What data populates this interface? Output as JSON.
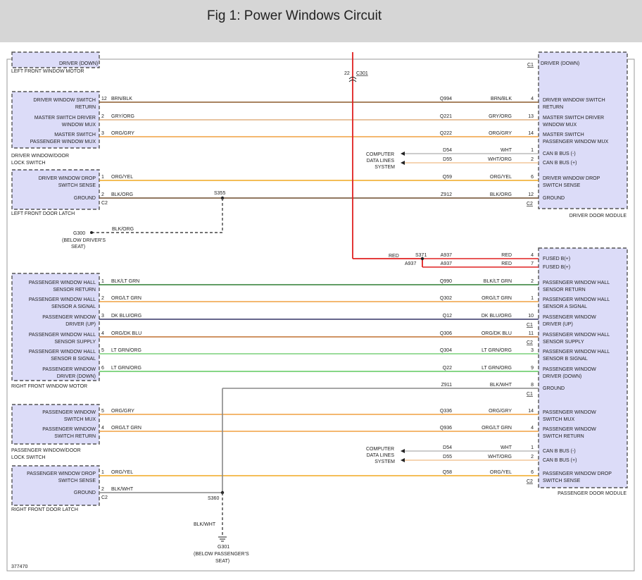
{
  "header": {
    "title": "Fig 1: Power Windows Circuit"
  },
  "figure_id": "377470",
  "colors": {
    "box_fill": "#dcdcf8",
    "box_border": "#555555",
    "header_bg": "#d6d6d6",
    "wire_red": "#e02020",
    "wire_gray": "#888888",
    "wire_dark": "#444444"
  },
  "components": {
    "left_front_window_motor": "LEFT FRONT WINDOW MOTOR",
    "driver_window_door_lock_switch": [
      "DRIVER WINDOW/DOOR",
      "LOCK SWITCH"
    ],
    "left_front_door_latch": "LEFT FRONT DOOR LATCH",
    "driver_door_module": "DRIVER DOOR MODULE",
    "right_front_window_motor": "RIGHT FRONT WINDOW MOTOR",
    "passenger_window_door_lock_switch": [
      "PASSENGER WINDOW/DOOR",
      "LOCK SWITCH"
    ],
    "right_front_door_latch": "RIGHT FRONT DOOR LATCH",
    "passenger_door_module": "PASSENGER DOOR MODULE"
  },
  "splices": {
    "s355": "S355",
    "s371": "S371",
    "s360": "S360"
  },
  "grounds": {
    "g300": {
      "label": "G300",
      "note": [
        "(BELOW DRIVER'S",
        "SEAT)"
      ],
      "wire": "BLK/ORG"
    },
    "g301": {
      "label": "G301",
      "note": [
        "(BELOW PASSENGER'S",
        "SEAT)"
      ],
      "wire": "BLK/WHT"
    }
  },
  "connector_c301": {
    "pin": "22",
    "name": "C301"
  },
  "red_feed": {
    "wire_left": "RED",
    "circuit_lower": "A937"
  },
  "top_partial": {
    "left_label": "DRIVER (DOWN)",
    "right_label": "DRIVER (DOWN)",
    "right_conn": "C1"
  },
  "computer_data_lines": [
    "COMPUTER",
    "DATA LINES",
    "SYSTEM"
  ],
  "driver_wires": [
    {
      "left_pin": "12",
      "left_color": "BRN/BLK",
      "circuit": "Q994",
      "right_color": "BRN/BLK",
      "right_pin": "4",
      "left_label": [
        "DRIVER WINDOW SWITCH",
        "RETURN"
      ],
      "right_label": [
        "DRIVER WINDOW SWITCH",
        "RETURN"
      ],
      "stroke": "#8b5a2b"
    },
    {
      "left_pin": "2",
      "left_color": "GRY/ORG",
      "circuit": "Q221",
      "right_color": "GRY/ORG",
      "right_pin": "13",
      "left_label": [
        "MASTER SWITCH DRIVER",
        "WINDOW MUX"
      ],
      "right_label": [
        "MASTER SWITCH DRIVER",
        "WINDOW MUX"
      ],
      "stroke": "#e0b080"
    },
    {
      "left_pin": "3",
      "left_color": "ORG/GRY",
      "circuit": "Q222",
      "right_color": "ORG/GRY",
      "right_pin": "14",
      "left_label": [
        "MASTER SWITCH",
        "PASSENGER WINDOW MUX"
      ],
      "right_label": [
        "MASTER SWITCH",
        "PASSENGER WINDOW MUX"
      ],
      "stroke": "#f0a040"
    },
    {
      "circuit": "D54",
      "right_color": "WHT",
      "right_pin": "1",
      "right_label": [
        "CAN B BUS (-)"
      ],
      "stroke": "#bbbbbb"
    },
    {
      "circuit": "D55",
      "right_color": "WHT/ORG",
      "right_pin": "2",
      "right_label": [
        "CAN B BUS (+)"
      ],
      "stroke": "#f2c79a"
    },
    {
      "left_pin": "1",
      "left_color": "ORG/YEL",
      "circuit": "Q59",
      "right_color": "ORG/YEL",
      "right_pin": "6",
      "left_label": [
        "DRIVER WINDOW DROP",
        "SWITCH SENSE"
      ],
      "right_label": [
        "DRIVER WINDOW DROP",
        "SWITCH SENSE"
      ],
      "stroke": "#f0a820"
    },
    {
      "left_pin": "2",
      "left_color": "BLK/ORG",
      "circuit": "Z912",
      "right_color": "BLK/ORG",
      "right_pin": "12",
      "left_label": [
        "GROUND"
      ],
      "right_label": [
        "GROUND"
      ],
      "stroke": "#6b4a2a",
      "left_conn": "C2",
      "right_conn": "C2"
    }
  ],
  "passenger_wires": [
    {
      "circuit": "A937",
      "right_color": "RED",
      "right_pin": "4",
      "right_label": [
        "FUSED B(+)"
      ],
      "stroke": "#e02020"
    },
    {
      "circuit": "A937",
      "right_color": "RED",
      "right_pin": "7",
      "right_label": [
        "FUSED B(+)"
      ],
      "stroke": "#e02020"
    },
    {
      "left_pin": "1",
      "left_color": "BLK/LT GRN",
      "circuit": "Q990",
      "right_color": "BLK/LT GRN",
      "right_pin": "2",
      "left_label": [
        "PASSENGER WINDOW HALL",
        "SENSOR RETURN"
      ],
      "right_label": [
        "PASSENGER WINDOW HALL",
        "SENSOR RETURN"
      ],
      "stroke": "#2e7d32"
    },
    {
      "left_pin": "2",
      "left_color": "ORG/LT GRN",
      "circuit": "Q302",
      "right_color": "ORG/LT GRN",
      "right_pin": "1",
      "left_label": [
        "PASSENGER WINDOW HALL",
        "SENSOR A SIGNAL"
      ],
      "right_label": [
        "PASSENGER WINDOW HALL",
        "SENSOR A SIGNAL"
      ],
      "stroke": "#f0a040"
    },
    {
      "left_pin": "3",
      "left_color": "DK BLU/ORG",
      "circuit": "Q12",
      "right_color": "DK BLU/ORG",
      "right_pin": "10",
      "left_label": [
        "PASSENGER WINDOW",
        "DRIVER (UP)"
      ],
      "right_label": [
        "PASSENGER WINDOW",
        "DRIVER (UP)"
      ],
      "stroke": "#333366",
      "right_conn": "C1"
    },
    {
      "left_pin": "4",
      "left_color": "ORG/DK BLU",
      "circuit": "Q306",
      "right_color": "ORG/DK BLU",
      "right_pin": "11",
      "left_label": [
        "PASSENGER WINDOW HALL",
        "SENSOR SUPPLY"
      ],
      "right_label": [
        "PASSENGER WINDOW HALL",
        "SENSOR SUPPLY"
      ],
      "stroke": "#c07030",
      "right_conn": "C2"
    },
    {
      "left_pin": "5",
      "left_color": "LT GRN/ORG",
      "circuit": "Q304",
      "right_color": "LT GRN/ORG",
      "right_pin": "3",
      "left_label": [
        "PASSENGER WINDOW HALL",
        "SENSOR B SIGNAL"
      ],
      "right_label": [
        "PASSENGER WINDOW HALL",
        "SENSOR B SIGNAL"
      ],
      "stroke": "#7ad07a"
    },
    {
      "left_pin": "6",
      "left_color": "LT GRN/ORG",
      "circuit": "Q22",
      "right_color": "LT GRN/ORG",
      "right_pin": "9",
      "left_label": [
        "PASSENGER WINDOW",
        "DRIVER (DOWN)"
      ],
      "right_label": [
        "PASSENGER WINDOW",
        "DRIVER (DOWN)"
      ],
      "stroke": "#5ec85e"
    },
    {
      "circuit": "Z911",
      "right_color": "BLK/WHT",
      "right_pin": "8",
      "right_label": [
        "GROUND"
      ],
      "stroke": "#888888",
      "right_conn": "C1"
    },
    {
      "left_pin": "5",
      "left_color": "ORG/GRY",
      "circuit": "Q336",
      "right_color": "ORG/GRY",
      "right_pin": "14",
      "left_label": [
        "PASSENGER WINDOW",
        "SWITCH MUX"
      ],
      "right_label": [
        "PASSENGER WINDOW",
        "SWITCH MUX"
      ],
      "stroke": "#f0a040"
    },
    {
      "left_pin": "4",
      "left_color": "ORG/LT GRN",
      "circuit": "Q936",
      "right_color": "ORG/LT GRN",
      "right_pin": "4",
      "left_label": [
        "PASSENGER WINDOW",
        "SWITCH RETURN"
      ],
      "right_label": [
        "PASSENGER WINDOW",
        "SWITCH RETURN"
      ],
      "stroke": "#f0a040"
    },
    {
      "circuit": "D54",
      "right_color": "WHT",
      "right_pin": "1",
      "right_label": [
        "CAN B BUS (-)"
      ],
      "stroke": "#bbbbbb"
    },
    {
      "circuit": "D55",
      "right_color": "WHT/ORG",
      "right_pin": "2",
      "right_label": [
        "CAN B BUS (+)"
      ],
      "stroke": "#f2c79a"
    },
    {
      "left_pin": "1",
      "left_color": "ORG/YEL",
      "circuit": "Q58",
      "right_color": "ORG/YEL",
      "right_pin": "6",
      "left_label": [
        "PASSENGER WINDOW DROP",
        "SWITCH SENSE"
      ],
      "right_label": [
        "PASSENGER WINDOW DROP",
        "SWITCH SENSE"
      ],
      "stroke": "#f0a820",
      "right_conn": "C2"
    },
    {
      "left_pin": "2",
      "left_color": "BLK/WHT",
      "left_label": [
        "GROUND"
      ],
      "stroke": "#888888",
      "left_conn": "C2"
    }
  ]
}
